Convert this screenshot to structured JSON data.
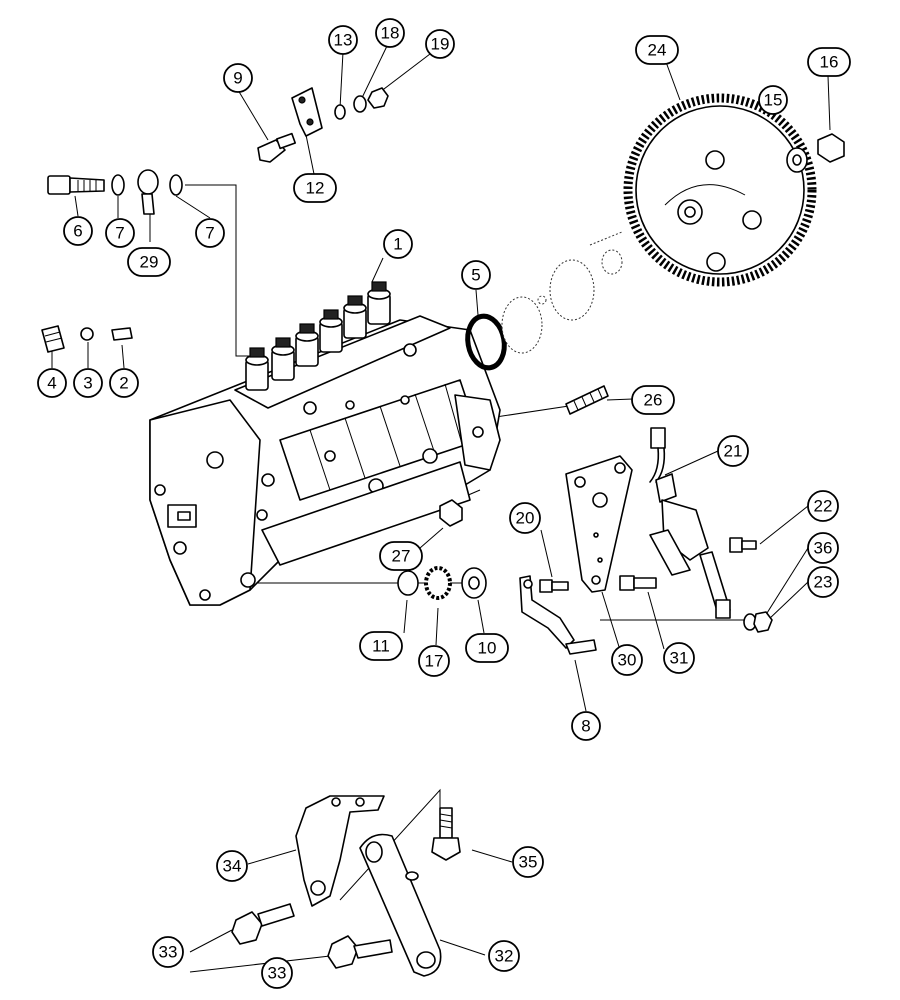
{
  "callouts": [
    {
      "id": "c1",
      "label": "1"
    },
    {
      "id": "c2",
      "label": "2"
    },
    {
      "id": "c3",
      "label": "3"
    },
    {
      "id": "c4",
      "label": "4"
    },
    {
      "id": "c5",
      "label": "5"
    },
    {
      "id": "c6",
      "label": "6"
    },
    {
      "id": "c7a",
      "label": "7"
    },
    {
      "id": "c7b",
      "label": "7"
    },
    {
      "id": "c8",
      "label": "8"
    },
    {
      "id": "c9",
      "label": "9"
    },
    {
      "id": "c10",
      "label": "10"
    },
    {
      "id": "c11",
      "label": "11"
    },
    {
      "id": "c12",
      "label": "12"
    },
    {
      "id": "c13",
      "label": "13"
    },
    {
      "id": "c15",
      "label": "15"
    },
    {
      "id": "c16",
      "label": "16"
    },
    {
      "id": "c17",
      "label": "17"
    },
    {
      "id": "c18",
      "label": "18"
    },
    {
      "id": "c19",
      "label": "19"
    },
    {
      "id": "c20",
      "label": "20"
    },
    {
      "id": "c21",
      "label": "21"
    },
    {
      "id": "c22",
      "label": "22"
    },
    {
      "id": "c23",
      "label": "23"
    },
    {
      "id": "c24",
      "label": "24"
    },
    {
      "id": "c26",
      "label": "26"
    },
    {
      "id": "c27",
      "label": "27"
    },
    {
      "id": "c29",
      "label": "29"
    },
    {
      "id": "c30",
      "label": "30"
    },
    {
      "id": "c31",
      "label": "31"
    },
    {
      "id": "c32",
      "label": "32"
    },
    {
      "id": "c33a",
      "label": "33"
    },
    {
      "id": "c33b",
      "label": "33"
    },
    {
      "id": "c34",
      "label": "34"
    },
    {
      "id": "c35",
      "label": "35"
    },
    {
      "id": "c36",
      "label": "36"
    }
  ]
}
